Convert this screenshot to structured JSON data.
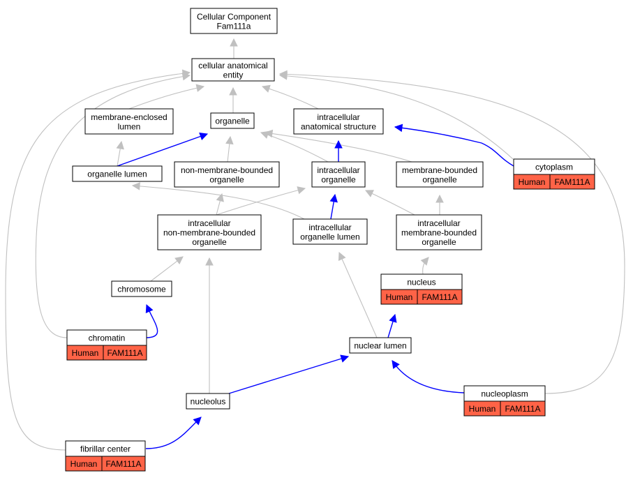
{
  "colors": {
    "is_a_edge": "#c0c0c0",
    "part_of_edge": "#0000ff",
    "annotation_fill": "#ff6347",
    "node_fill": "#ffffff"
  },
  "nodes": {
    "root": {
      "lines": [
        "Cellular Component",
        "Fam111a"
      ]
    },
    "cae": {
      "lines": [
        "cellular anatomical",
        "entity"
      ]
    },
    "mel": {
      "lines": [
        "membrane-enclosed",
        "lumen"
      ]
    },
    "org": {
      "lines": [
        "organelle"
      ]
    },
    "ias": {
      "lines": [
        "intracellular",
        "anatomical structure"
      ]
    },
    "orglum": {
      "lines": [
        "organelle lumen"
      ]
    },
    "nmbo": {
      "lines": [
        "non-membrane-bounded",
        "organelle"
      ]
    },
    "io": {
      "lines": [
        "intracellular",
        "organelle"
      ]
    },
    "mbo": {
      "lines": [
        "membrane-bounded",
        "organelle"
      ]
    },
    "cyto": {
      "lines": [
        "cytoplasm"
      ],
      "annotation": [
        "Human",
        "FAM111A"
      ]
    },
    "inmbo": {
      "lines": [
        "intracellular",
        "non-membrane-bounded",
        "organelle"
      ]
    },
    "iol": {
      "lines": [
        "intracellular",
        "organelle lumen"
      ]
    },
    "imbo": {
      "lines": [
        "intracellular",
        "membrane-bounded",
        "organelle"
      ]
    },
    "nuc": {
      "lines": [
        "nucleus"
      ],
      "annotation": [
        "Human",
        "FAM111A"
      ]
    },
    "chrom": {
      "lines": [
        "chromosome"
      ]
    },
    "chromatin": {
      "lines": [
        "chromatin"
      ],
      "annotation": [
        "Human",
        "FAM111A"
      ]
    },
    "nl": {
      "lines": [
        "nuclear lumen"
      ]
    },
    "nucleolus": {
      "lines": [
        "nucleolus"
      ]
    },
    "nucleop": {
      "lines": [
        "nucleoplasm"
      ],
      "annotation": [
        "Human",
        "FAM111A"
      ]
    },
    "fib": {
      "lines": [
        "fibrillar center"
      ],
      "annotation": [
        "Human",
        "FAM111A"
      ]
    }
  },
  "edges": [
    {
      "from": "cae",
      "to": "root",
      "type": "is_a"
    },
    {
      "from": "mel",
      "to": "cae",
      "type": "is_a"
    },
    {
      "from": "org",
      "to": "cae",
      "type": "is_a"
    },
    {
      "from": "ias",
      "to": "cae",
      "type": "is_a"
    },
    {
      "from": "chromatin",
      "to": "cae",
      "type": "is_a"
    },
    {
      "from": "fib",
      "to": "cae",
      "type": "is_a"
    },
    {
      "from": "cyto",
      "to": "cae",
      "type": "is_a"
    },
    {
      "from": "nucleop",
      "to": "cae",
      "type": "is_a"
    },
    {
      "from": "orglum",
      "to": "mel",
      "type": "is_a"
    },
    {
      "from": "orglum",
      "to": "org",
      "type": "part_of"
    },
    {
      "from": "nmbo",
      "to": "org",
      "type": "is_a"
    },
    {
      "from": "io",
      "to": "org",
      "type": "is_a"
    },
    {
      "from": "mbo",
      "to": "org",
      "type": "is_a"
    },
    {
      "from": "io",
      "to": "ias",
      "type": "part_of"
    },
    {
      "from": "cyto",
      "to": "ias",
      "type": "part_of"
    },
    {
      "from": "inmbo",
      "to": "nmbo",
      "type": "is_a"
    },
    {
      "from": "inmbo",
      "to": "io",
      "type": "is_a"
    },
    {
      "from": "imbo",
      "to": "io",
      "type": "is_a"
    },
    {
      "from": "imbo",
      "to": "mbo",
      "type": "is_a"
    },
    {
      "from": "iol",
      "to": "orglum",
      "type": "is_a"
    },
    {
      "from": "iol",
      "to": "io",
      "type": "part_of"
    },
    {
      "from": "chrom",
      "to": "inmbo",
      "type": "is_a"
    },
    {
      "from": "nucleolus",
      "to": "inmbo",
      "type": "is_a"
    },
    {
      "from": "nl",
      "to": "iol",
      "type": "is_a"
    },
    {
      "from": "nuc",
      "to": "imbo",
      "type": "is_a"
    },
    {
      "from": "chromatin",
      "to": "chrom",
      "type": "part_of"
    },
    {
      "from": "nl",
      "to": "nuc",
      "type": "part_of"
    },
    {
      "from": "nucleolus",
      "to": "nl",
      "type": "part_of"
    },
    {
      "from": "nucleop",
      "to": "nl",
      "type": "part_of"
    },
    {
      "from": "fib",
      "to": "nucleolus",
      "type": "part_of"
    }
  ]
}
